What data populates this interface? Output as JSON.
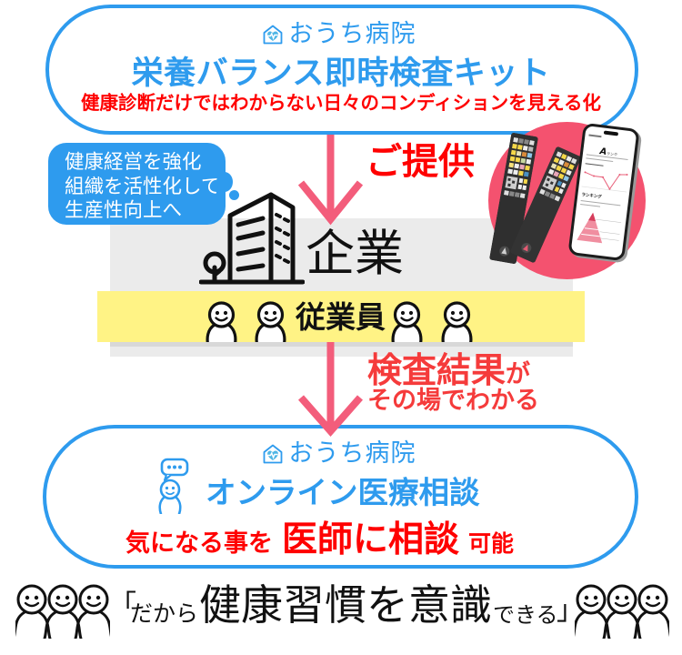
{
  "top_card": {
    "brand": {
      "icon": "house-heart-logo-icon",
      "name": "おうち病院"
    },
    "title": "栄養バランス即時検査キット",
    "subtitle": "健康診断だけではわからない日々のコンディションを見える化"
  },
  "offer_label": "ご提供",
  "speech_bubble": {
    "lines": [
      "健康経営を強化",
      "組織を活性化して",
      "生産性向上へ"
    ]
  },
  "company": {
    "icon": "office-building-icon",
    "label": "企業"
  },
  "employees": {
    "icon": "smiling-person-icon",
    "figure_count": 4,
    "label": "従業員"
  },
  "result": {
    "main": "検査結果",
    "particle": "が",
    "sub": "その場でわかる"
  },
  "kit_visual": {
    "strips": 2,
    "phone": {
      "rank_letter": "A",
      "rank_label": "ランク",
      "ranking_label": "ランキング"
    }
  },
  "bottom_card": {
    "brand": {
      "icon": "house-heart-logo-icon",
      "name": "おうち病院"
    },
    "icon": "chat-person-icon",
    "title": "オンライン医療相談",
    "line_prefix": "気になる事を",
    "line_emphasis": "医師に相談",
    "line_suffix": "可能"
  },
  "footer": {
    "open_quote": "「",
    "prefix": "だから",
    "emphasis": "健康習慣を意識",
    "suffix": "できる",
    "close_quote": "」",
    "icon": "smiling-people-group-icon"
  },
  "colors": {
    "brand_blue": "#2E9BEE",
    "headline_red": "#FF0000",
    "result_red": "#F53B3B",
    "arrow_pink": "#F35D7B",
    "circle_pink": "#F4526F",
    "gray_panel": "#EBEBEB",
    "yellow_band": "#FFF385",
    "ink": "#111111"
  }
}
